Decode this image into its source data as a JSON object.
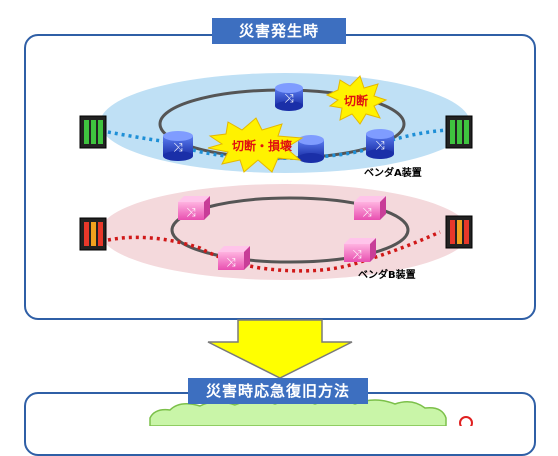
{
  "sections": {
    "top_title": "災害発生時",
    "bottom_title": "災害時応急復旧方法"
  },
  "labels": {
    "vendor_a": "ベンダA装置",
    "vendor_b": "ベンダB装置",
    "burst_cut": "切断",
    "burst_cut_damage": "切断・損壊"
  },
  "colors": {
    "frame": "#2f5fa6",
    "tab": "#3d6fc0",
    "ring_a_fill": "#bfe0f5",
    "ring_b_fill": "#f4d9dc",
    "node_a": "#1f3fc4",
    "node_b": "#f06bc0",
    "link_a": "#1e8fd6",
    "link_b": "#d01818",
    "burst": "#fff200",
    "burst_text": "#e01010",
    "arrow": "#ffff00",
    "cloud": "#c9f5a8"
  }
}
